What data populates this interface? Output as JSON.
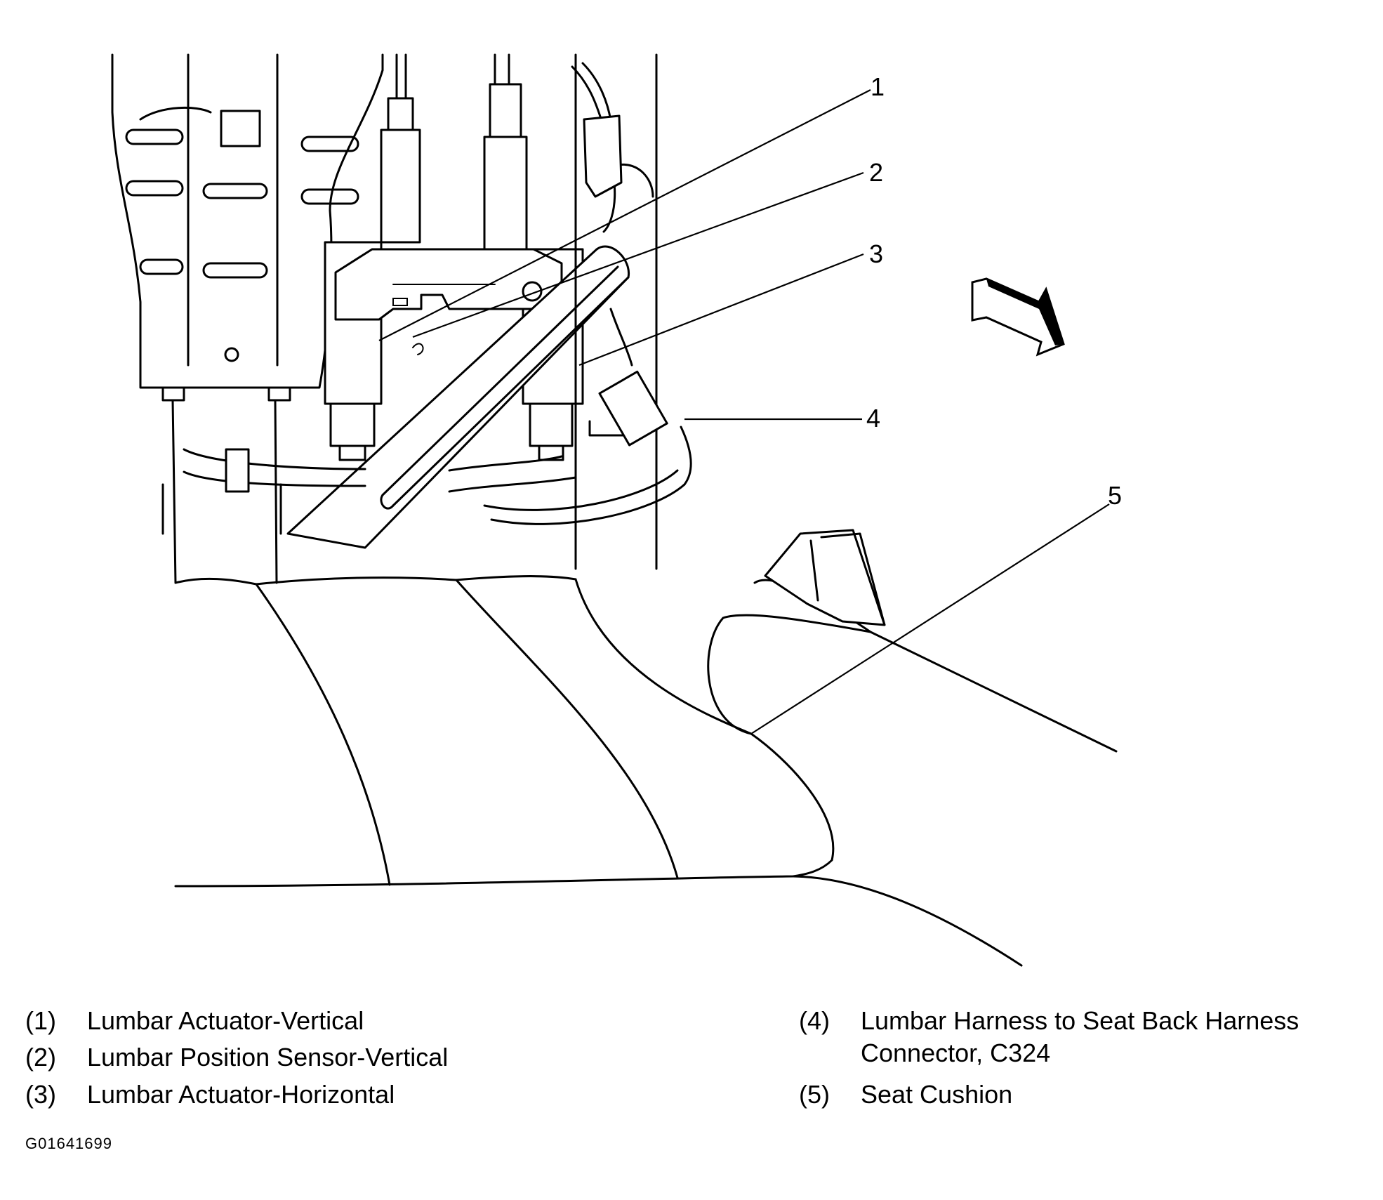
{
  "callouts": [
    {
      "number": "1",
      "label": "Lumbar Actuator-Vertical"
    },
    {
      "number": "2",
      "label": "Lumbar Position Sensor-Vertical"
    },
    {
      "number": "3",
      "label": "Lumbar Actuator-Horizontal"
    },
    {
      "number": "4",
      "label": "Lumbar Harness to Seat Back Harness",
      "label_line2": "Connector, C324"
    },
    {
      "number": "5",
      "label": "Seat Cushion"
    }
  ],
  "legend_prefix": [
    "(1)",
    "(2)",
    "(3)",
    "(4)",
    "(5)"
  ],
  "figure_code": "G01641699",
  "icons": [
    "view-direction-arrow-icon"
  ]
}
